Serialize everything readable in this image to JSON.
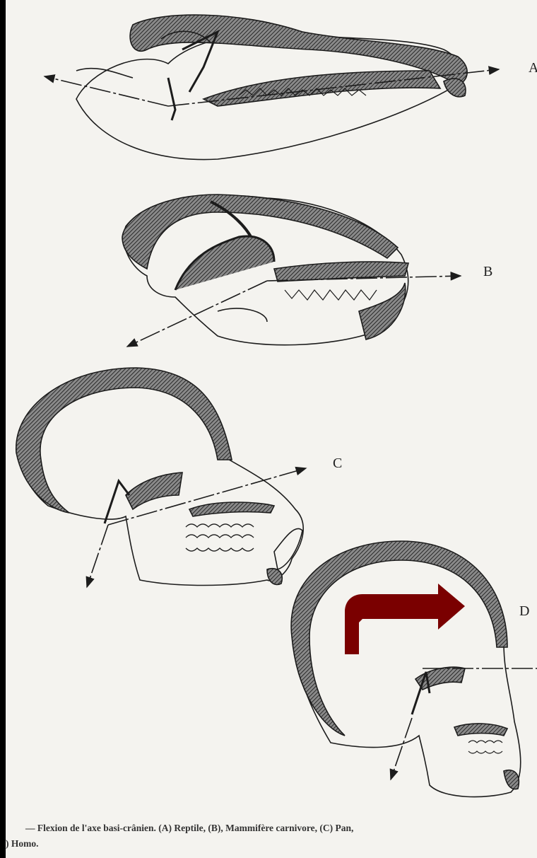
{
  "figure": {
    "panel_labels": [
      "A",
      "B",
      "C",
      "D"
    ],
    "caption_line1": "— Flexion de l'axe basi-crânien. (A) Reptile, (B), Mammifère carnivore, (C) Pan,",
    "caption_line2": ") Homo.",
    "colors": {
      "ink": "#1c1c1c",
      "bone_hatch": "#3a3a3a",
      "paper": "#f4f3ef",
      "arrow_accent": "#7a0000"
    },
    "overlay_icon": "bent-arrow-icon"
  }
}
